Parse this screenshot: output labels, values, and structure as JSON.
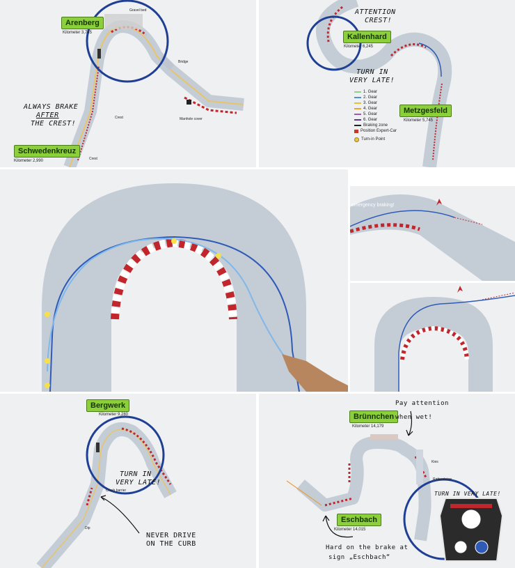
{
  "panels": {
    "top_left": {
      "tag_arenberg": "Arenberg",
      "km_arenberg": "Kilometer 3,745",
      "tag_schwedenkreuz": "Schwedenkreuz",
      "km_schwedenkreuz": "Kilometer 2,990",
      "label_gravel": "Gravel bed",
      "label_bridge": "Bridge",
      "label_crest1": "Crest",
      "label_crest2": "Crest",
      "label_manhole": "Manhole cover",
      "note_line1": "ALWAYS BRAKE",
      "note_line2": "AFTER",
      "note_line3": "THE CREST!"
    },
    "top_right": {
      "tag_kallenhard": "Kallenhard",
      "km_kallenhard": "Kilometer 6,245",
      "tag_metzgesfeld": "Metzgesfeld",
      "km_metzgesfeld": "Kilometer 5,745",
      "note_attention1": "ATTENTION",
      "note_attention2": "CREST!",
      "note_turn1": "TURN IN",
      "note_turn2": "VERY LATE!",
      "legend": [
        {
          "label": "1. Gear",
          "color": "#8fd08a"
        },
        {
          "label": "2. Gear",
          "color": "#4a90d9"
        },
        {
          "label": "3. Gear",
          "color": "#e3c23a"
        },
        {
          "label": "4. Gear",
          "color": "#f0a030"
        },
        {
          "label": "5. Gear",
          "color": "#9b59b6"
        },
        {
          "label": "6. Gear",
          "color": "#5b3a8a"
        },
        {
          "label": "Braking zone",
          "color": "#222222"
        },
        {
          "label": "Position Expert-Car",
          "color": "#c0392b"
        },
        {
          "label": "Turn-in Point",
          "color": "#e8c547"
        }
      ]
    },
    "mid_right_top": {
      "emergency": "emergency braking!"
    },
    "bottom_left": {
      "tag_bergwerk": "Bergwerk",
      "km_bergwerk": "Kilometer 9,280",
      "label_crash": "Crash barrier",
      "label_dip": "Dip",
      "note_turn1": "TURN IN",
      "note_turn2": "VERY LATE!",
      "note_never1": "NEVER DRIVE",
      "note_never2": "ON THE CURB"
    },
    "bottom_right": {
      "tag_brunnchen": "Brünnchen",
      "km_brunnchen": "Kilometer 14,179",
      "tag_eschbach": "Eschbach",
      "km_eschbach": "Kilometer 14,015",
      "label_kies": "Kies",
      "label_rattersteine": "Rattersteine",
      "note_pay1": "Pay attention",
      "note_pay2": "when wet!",
      "note_hard1": "Hard on the brake at",
      "note_hard2": "sign „Eschbach“",
      "note_turn": "TURN IN VERY LATE!"
    }
  },
  "colors": {
    "track": "#c4ccd6",
    "curb_red": "#c0262c",
    "circle": "#1f3f94",
    "line_blue": "#2f5bb7",
    "line_light": "#7fb8ea",
    "turn_in": "#f5e04a",
    "tag_green": "#8bcf3a"
  }
}
